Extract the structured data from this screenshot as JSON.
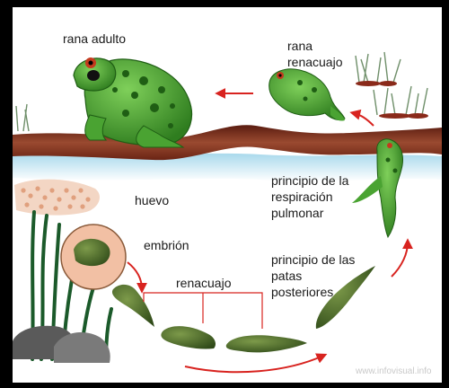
{
  "labels": {
    "adult": "rana adulto",
    "froglet_line1": "rana",
    "froglet_line2": "renacuajo",
    "egg": "huevo",
    "embryo": "embrión",
    "tadpole": "renacuajo",
    "lungs_line1": "principio de la",
    "lungs_line2": "respiración",
    "lungs_line3": "pulmonar",
    "legs_line1": "principio de las",
    "legs_line2": "patas",
    "legs_line3": "posteriores"
  },
  "watermark": "www.infovisual.info",
  "colors": {
    "frame": "#000000",
    "sky": "#ffffff",
    "water": "#bfe3f0",
    "bank": "#7a2b1a",
    "frog_green": "#3f9a2c",
    "frog_spot": "#1f5e14",
    "arrow": "#d8231f",
    "tadpole": "#4d6b2c",
    "egg": "#e9b89a"
  }
}
